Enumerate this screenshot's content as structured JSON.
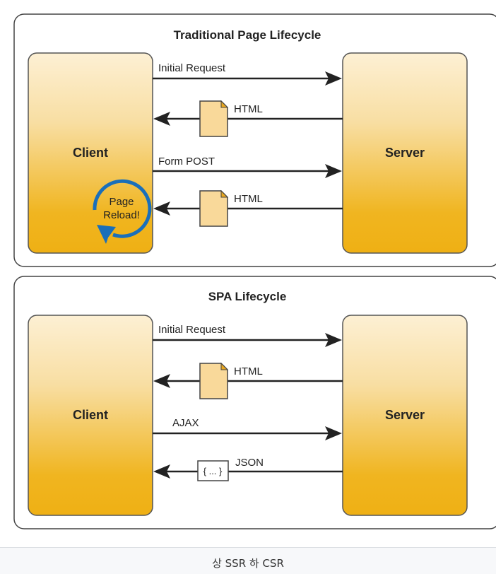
{
  "diagram": {
    "panels": [
      {
        "title": "Traditional Page Lifecycle",
        "client_label": "Client",
        "server_label": "Server",
        "reload_label_line1": "Page",
        "reload_label_line2": "Reload!",
        "arrows": [
          {
            "label": "Initial Request",
            "direction": "to-server",
            "payload": "none"
          },
          {
            "label": "HTML",
            "direction": "to-client",
            "payload": "document"
          },
          {
            "label": "Form POST",
            "direction": "to-server",
            "payload": "none"
          },
          {
            "label": "HTML",
            "direction": "to-client",
            "payload": "document"
          }
        ]
      },
      {
        "title": "SPA Lifecycle",
        "client_label": "Client",
        "server_label": "Server",
        "arrows": [
          {
            "label": "Initial Request",
            "direction": "to-server",
            "payload": "none"
          },
          {
            "label": "HTML",
            "direction": "to-client",
            "payload": "document"
          },
          {
            "label": "AJAX",
            "direction": "to-server",
            "payload": "none"
          },
          {
            "label": "JSON",
            "direction": "to-client",
            "payload": "json-box",
            "payload_text": "{ ... }"
          }
        ]
      }
    ],
    "colors": {
      "box_top": "#fdf0d4",
      "box_bottom": "#efb014",
      "doc_fill": "#f9d99a",
      "reload_arrow": "#1a6fba"
    }
  },
  "caption": "상 SSR 하 CSR"
}
